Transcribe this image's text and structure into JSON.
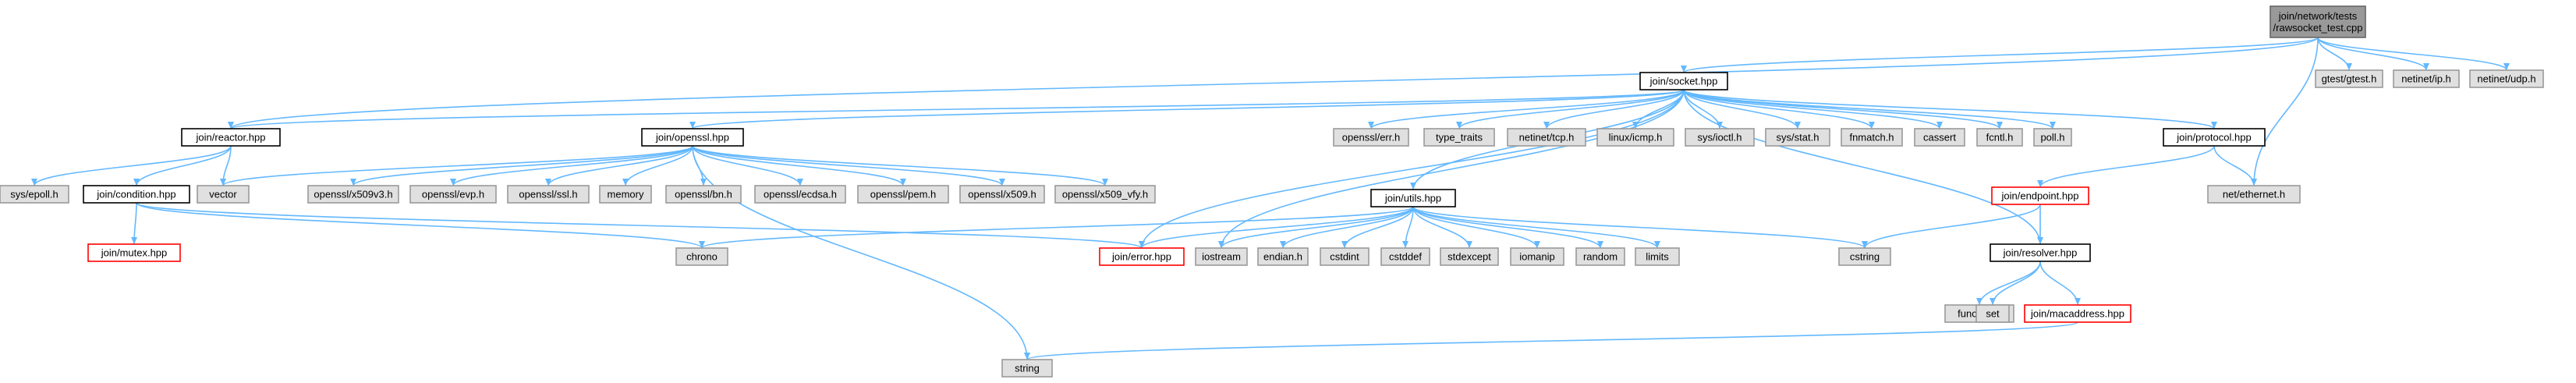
{
  "colors": {
    "edge": "#63b8ff",
    "root_fill": "#999999",
    "root_stroke": "#666666",
    "documented_fill": "#ffffff",
    "documented_stroke": "#000000",
    "external_fill": "#e0e0e0",
    "external_stroke": "#999999",
    "missing_fill": "#ffffff",
    "missing_stroke": "#ff0000"
  },
  "nodes": [
    {
      "id": "root",
      "lines": [
        "join/network/tests",
        "/rawsocket_test.cpp"
      ],
      "kind": "root"
    },
    {
      "id": "gtest",
      "lines": [
        "gtest/gtest.h"
      ],
      "kind": "external"
    },
    {
      "id": "netip",
      "lines": [
        "netinet/ip.h"
      ],
      "kind": "external"
    },
    {
      "id": "netudp",
      "lines": [
        "netinet/udp.h"
      ],
      "kind": "external"
    },
    {
      "id": "socket",
      "lines": [
        "join/socket.hpp"
      ],
      "kind": "documented"
    },
    {
      "id": "reactor",
      "lines": [
        "join/reactor.hpp"
      ],
      "kind": "documented"
    },
    {
      "id": "openssl",
      "lines": [
        "join/openssl.hpp"
      ],
      "kind": "documented"
    },
    {
      "id": "opensslerr",
      "lines": [
        "openssl/err.h"
      ],
      "kind": "external"
    },
    {
      "id": "typetraits",
      "lines": [
        "type_traits"
      ],
      "kind": "external"
    },
    {
      "id": "nettcp",
      "lines": [
        "netinet/tcp.h"
      ],
      "kind": "external"
    },
    {
      "id": "icmp",
      "lines": [
        "linux/icmp.h"
      ],
      "kind": "external"
    },
    {
      "id": "ioctl",
      "lines": [
        "sys/ioctl.h"
      ],
      "kind": "external"
    },
    {
      "id": "stat",
      "lines": [
        "sys/stat.h"
      ],
      "kind": "external"
    },
    {
      "id": "fnmatch",
      "lines": [
        "fnmatch.h"
      ],
      "kind": "external"
    },
    {
      "id": "cassert",
      "lines": [
        "cassert"
      ],
      "kind": "external"
    },
    {
      "id": "fcntl",
      "lines": [
        "fcntl.h"
      ],
      "kind": "external"
    },
    {
      "id": "poll",
      "lines": [
        "poll.h"
      ],
      "kind": "external"
    },
    {
      "id": "protocol",
      "lines": [
        "join/protocol.hpp"
      ],
      "kind": "documented"
    },
    {
      "id": "epoll",
      "lines": [
        "sys/epoll.h"
      ],
      "kind": "external"
    },
    {
      "id": "condition",
      "lines": [
        "join/condition.hpp"
      ],
      "kind": "documented"
    },
    {
      "id": "vector",
      "lines": [
        "vector"
      ],
      "kind": "external"
    },
    {
      "id": "x509v3",
      "lines": [
        "openssl/x509v3.h"
      ],
      "kind": "external"
    },
    {
      "id": "evp",
      "lines": [
        "openssl/evp.h"
      ],
      "kind": "external"
    },
    {
      "id": "ssl",
      "lines": [
        "openssl/ssl.h"
      ],
      "kind": "external"
    },
    {
      "id": "memory",
      "lines": [
        "memory"
      ],
      "kind": "external"
    },
    {
      "id": "bn",
      "lines": [
        "openssl/bn.h"
      ],
      "kind": "external"
    },
    {
      "id": "ecdsa",
      "lines": [
        "openssl/ecdsa.h"
      ],
      "kind": "external"
    },
    {
      "id": "pem",
      "lines": [
        "openssl/pem.h"
      ],
      "kind": "external"
    },
    {
      "id": "x509",
      "lines": [
        "openssl/x509.h"
      ],
      "kind": "external"
    },
    {
      "id": "x509vfy",
      "lines": [
        "openssl/x509_vfy.h"
      ],
      "kind": "external"
    },
    {
      "id": "netether",
      "lines": [
        "net/ethernet.h"
      ],
      "kind": "external"
    },
    {
      "id": "utils",
      "lines": [
        "join/utils.hpp"
      ],
      "kind": "documented"
    },
    {
      "id": "endpoint",
      "lines": [
        "join/endpoint.hpp"
      ],
      "kind": "missing"
    },
    {
      "id": "mutex",
      "lines": [
        "join/mutex.hpp"
      ],
      "kind": "missing"
    },
    {
      "id": "chrono",
      "lines": [
        "chrono"
      ],
      "kind": "external"
    },
    {
      "id": "error",
      "lines": [
        "join/error.hpp"
      ],
      "kind": "missing"
    },
    {
      "id": "iostream",
      "lines": [
        "iostream"
      ],
      "kind": "external"
    },
    {
      "id": "endian",
      "lines": [
        "endian.h"
      ],
      "kind": "external"
    },
    {
      "id": "cstdint",
      "lines": [
        "cstdint"
      ],
      "kind": "external"
    },
    {
      "id": "cstddef",
      "lines": [
        "cstddef"
      ],
      "kind": "external"
    },
    {
      "id": "stdexcept",
      "lines": [
        "stdexcept"
      ],
      "kind": "external"
    },
    {
      "id": "iomanip",
      "lines": [
        "iomanip"
      ],
      "kind": "external"
    },
    {
      "id": "random",
      "lines": [
        "random"
      ],
      "kind": "external"
    },
    {
      "id": "limits",
      "lines": [
        "limits"
      ],
      "kind": "external"
    },
    {
      "id": "cstring",
      "lines": [
        "cstring"
      ],
      "kind": "external"
    },
    {
      "id": "resolver",
      "lines": [
        "join/resolver.hpp"
      ],
      "kind": "documented"
    },
    {
      "id": "functional",
      "lines": [
        "functional"
      ],
      "kind": "external"
    },
    {
      "id": "set",
      "lines": [
        "set"
      ],
      "kind": "external"
    },
    {
      "id": "macaddress",
      "lines": [
        "join/macaddress.hpp"
      ],
      "kind": "missing"
    },
    {
      "id": "string",
      "lines": [
        "string"
      ],
      "kind": "external"
    }
  ],
  "edges": [
    [
      "root",
      "gtest"
    ],
    [
      "root",
      "netip"
    ],
    [
      "root",
      "netudp"
    ],
    [
      "root",
      "socket"
    ],
    [
      "root",
      "reactor"
    ],
    [
      "root",
      "netether"
    ],
    [
      "socket",
      "reactor"
    ],
    [
      "socket",
      "openssl"
    ],
    [
      "socket",
      "opensslerr"
    ],
    [
      "socket",
      "typetraits"
    ],
    [
      "socket",
      "nettcp"
    ],
    [
      "socket",
      "icmp"
    ],
    [
      "socket",
      "ioctl"
    ],
    [
      "socket",
      "stat"
    ],
    [
      "socket",
      "fnmatch"
    ],
    [
      "socket",
      "cassert"
    ],
    [
      "socket",
      "fcntl"
    ],
    [
      "socket",
      "poll"
    ],
    [
      "socket",
      "protocol"
    ],
    [
      "socket",
      "utils"
    ],
    [
      "socket",
      "error"
    ],
    [
      "socket",
      "iostream"
    ],
    [
      "socket",
      "resolver"
    ],
    [
      "reactor",
      "epoll"
    ],
    [
      "reactor",
      "condition"
    ],
    [
      "reactor",
      "vector"
    ],
    [
      "condition",
      "mutex"
    ],
    [
      "condition",
      "chrono"
    ],
    [
      "condition",
      "error"
    ],
    [
      "openssl",
      "vector"
    ],
    [
      "openssl",
      "x509v3"
    ],
    [
      "openssl",
      "evp"
    ],
    [
      "openssl",
      "ssl"
    ],
    [
      "openssl",
      "memory"
    ],
    [
      "openssl",
      "bn"
    ],
    [
      "openssl",
      "ecdsa"
    ],
    [
      "openssl",
      "pem"
    ],
    [
      "openssl",
      "x509"
    ],
    [
      "openssl",
      "x509vfy"
    ],
    [
      "openssl",
      "string"
    ],
    [
      "utils",
      "chrono"
    ],
    [
      "utils",
      "error"
    ],
    [
      "utils",
      "iostream"
    ],
    [
      "utils",
      "endian"
    ],
    [
      "utils",
      "cstdint"
    ],
    [
      "utils",
      "cstddef"
    ],
    [
      "utils",
      "stdexcept"
    ],
    [
      "utils",
      "iomanip"
    ],
    [
      "utils",
      "random"
    ],
    [
      "utils",
      "limits"
    ],
    [
      "utils",
      "cstring"
    ],
    [
      "protocol",
      "endpoint"
    ],
    [
      "protocol",
      "netether"
    ],
    [
      "endpoint",
      "cstring"
    ],
    [
      "endpoint",
      "resolver"
    ],
    [
      "resolver",
      "functional"
    ],
    [
      "resolver",
      "set"
    ],
    [
      "resolver",
      "macaddress"
    ],
    [
      "macaddress",
      "string"
    ]
  ]
}
